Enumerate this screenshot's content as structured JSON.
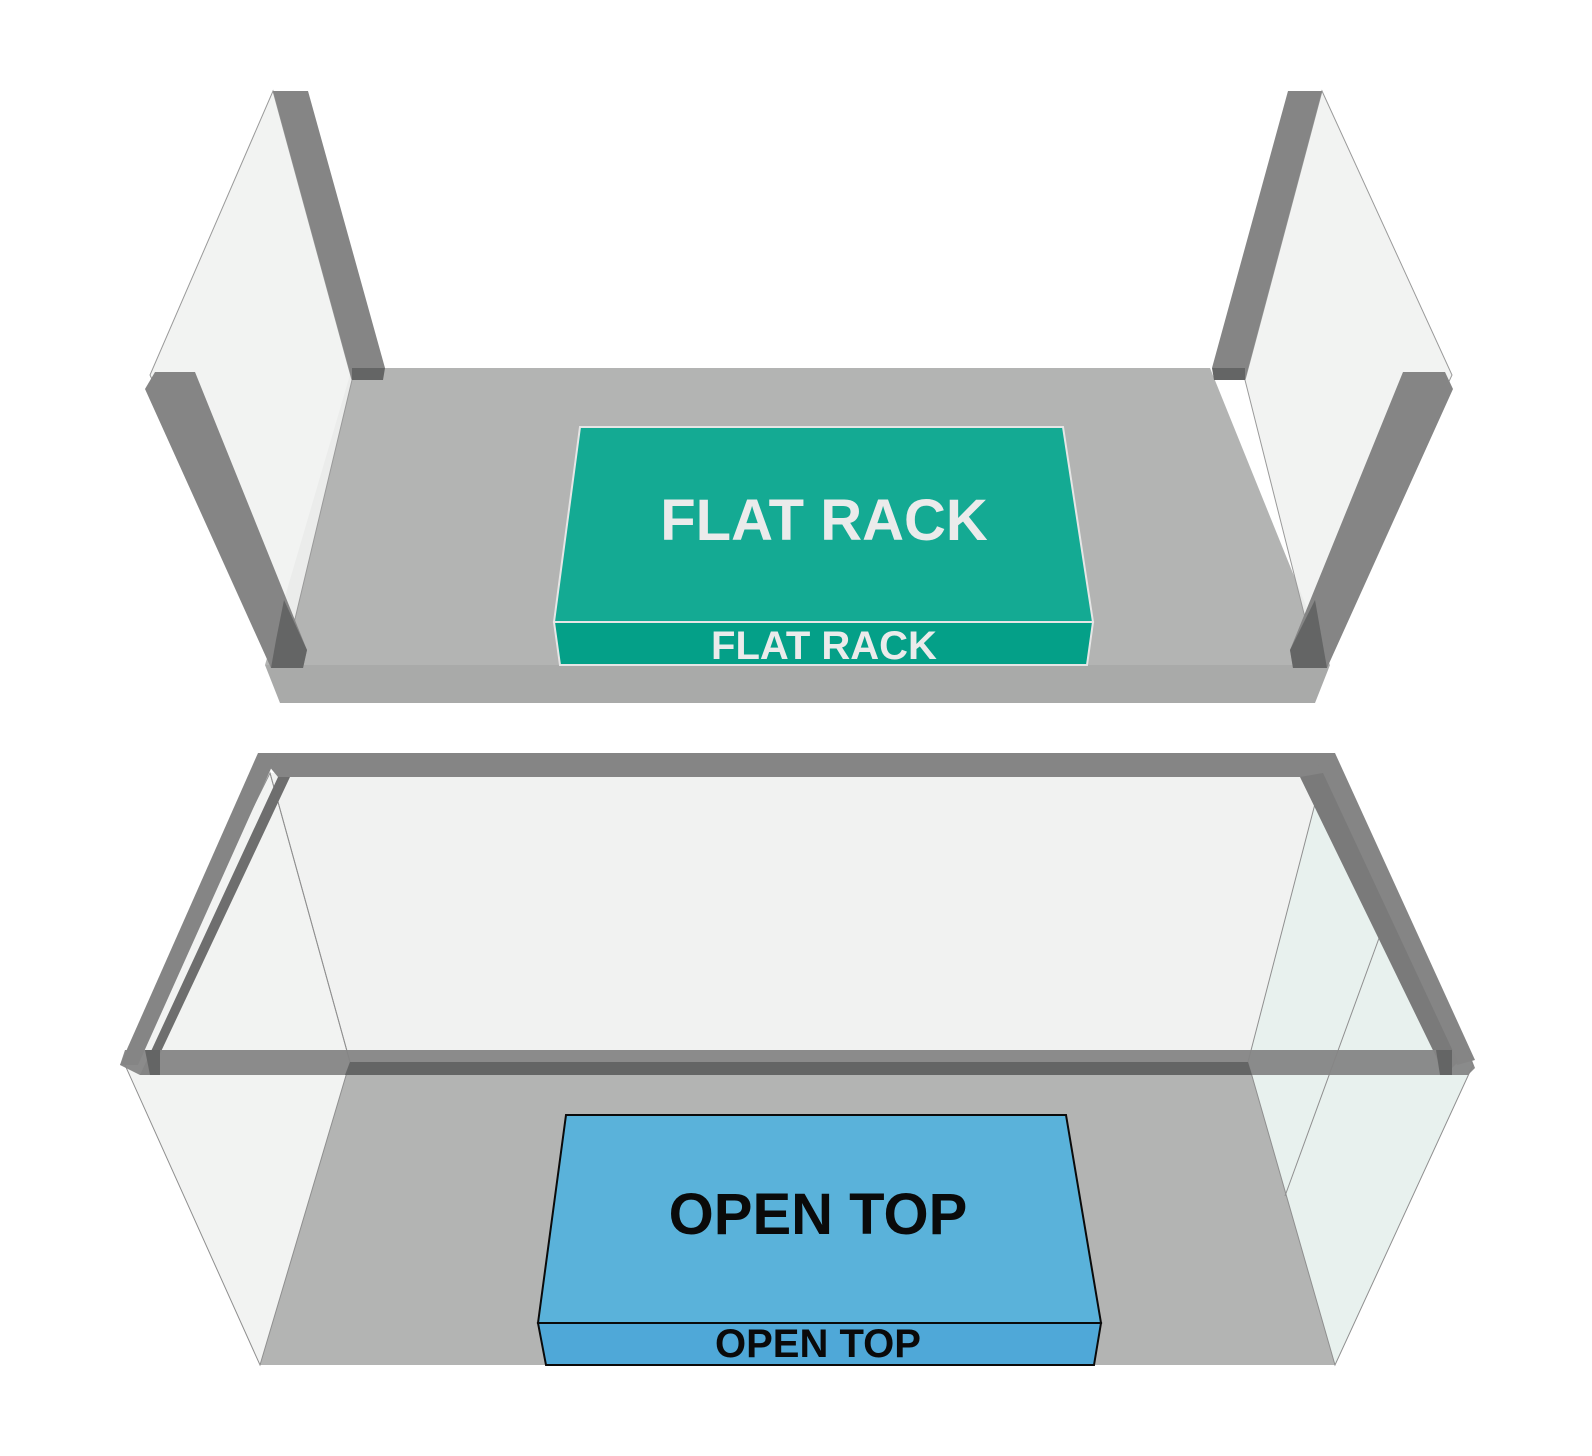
{
  "flat_rack": {
    "top_label": "FLAT RACK",
    "front_label": "FLAT RACK",
    "box_color": "#14AA93",
    "box_front_color": "#04A088",
    "label_color": "#EBEBEB"
  },
  "open_top": {
    "top_label": "OPEN TOP",
    "front_label": "OPEN TOP",
    "box_color": "#5AB2DA",
    "box_front_color": "#4FA8D8",
    "label_color": "#0A0A0A"
  },
  "colors": {
    "floor": "#B3B4B3",
    "post": "#858585",
    "post_dark": "#646565",
    "panel": "#F1F2F1",
    "panel_tint": "#E6F0EC"
  }
}
